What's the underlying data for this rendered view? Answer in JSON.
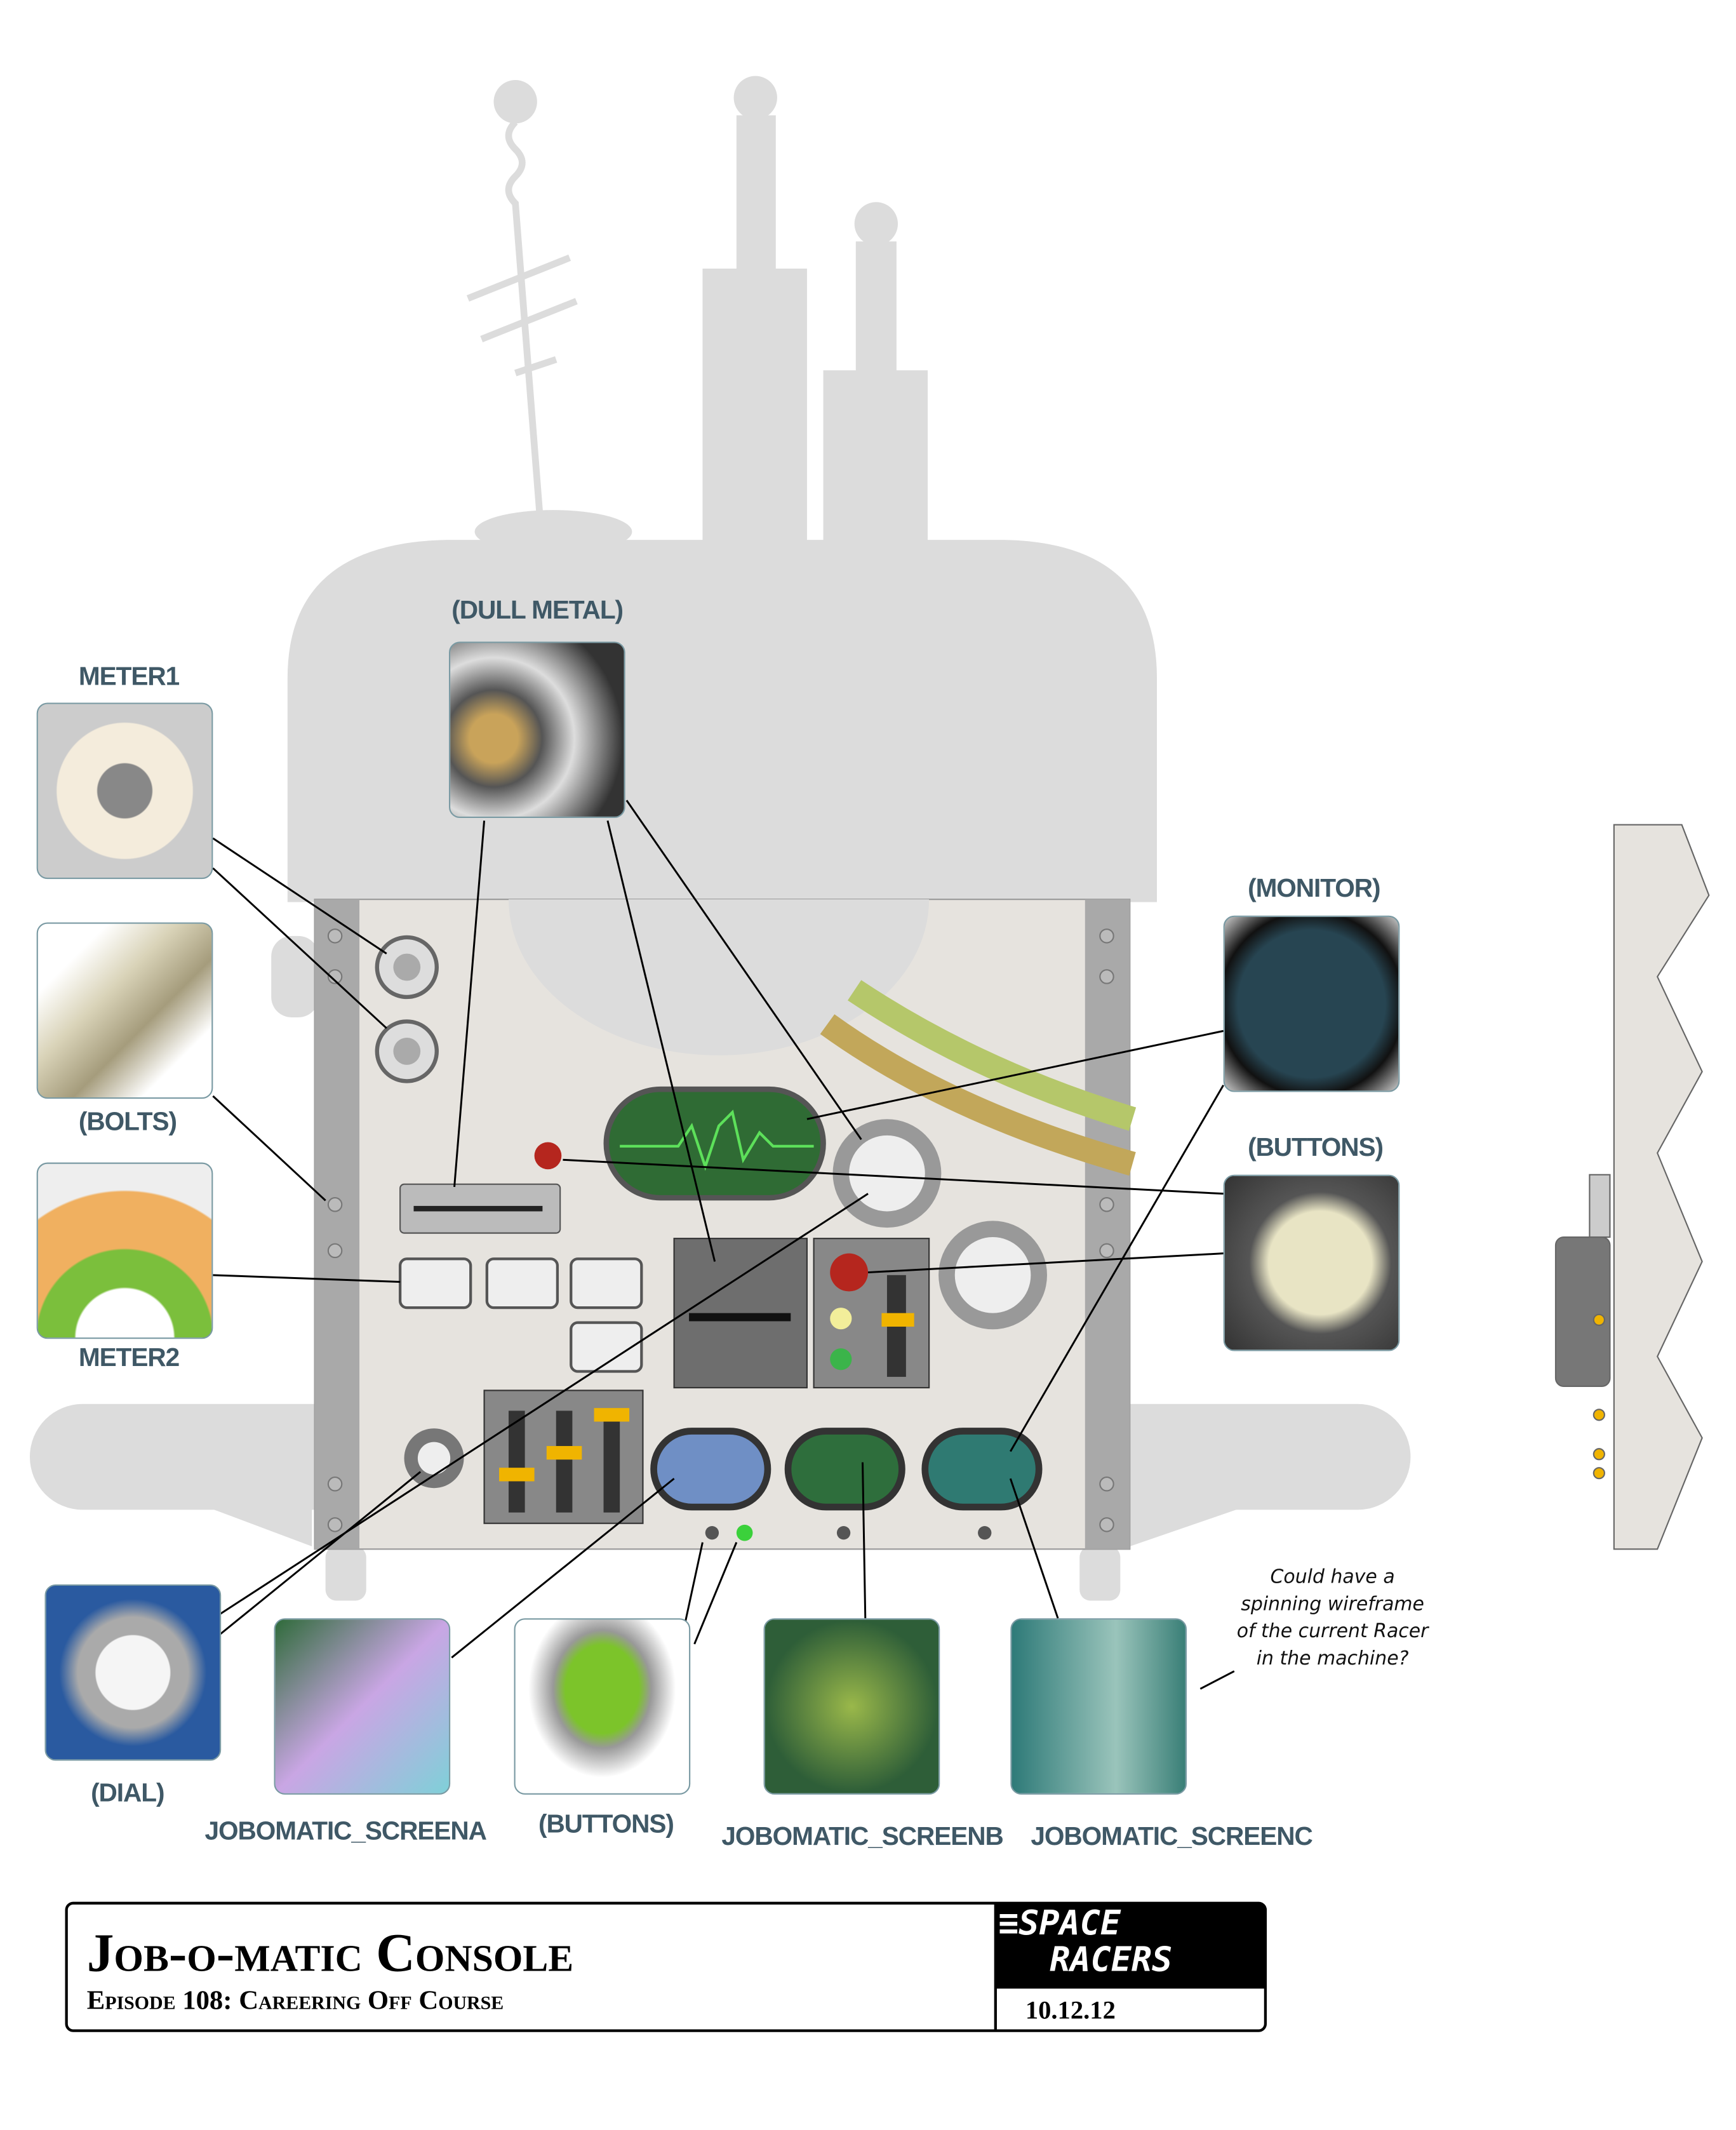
{
  "labels": {
    "meter1": "METER1",
    "bolts": "(BOLTS)",
    "meter2": "METER2",
    "dial": "(DIAL)",
    "dull_metal": "(DULL METAL)",
    "monitor": "(MONITOR)",
    "buttons_right": "(BUTTONS)",
    "buttons_bottom": "(BUTTONS)",
    "screen_a": "JOBOMATIC_SCREENA",
    "screen_b": "JOBOMATIC_SCREENB",
    "screen_c": "JOBOMATIC_SCREENC"
  },
  "note": {
    "line1": "Could have a",
    "line2": "spinning wireframe",
    "line3": "of the current Racer",
    "line4": "in the machine?"
  },
  "title_block": {
    "title": "Job-o-matic Console",
    "subtitle": "Episode 108: Careering Off Course",
    "logo_line1": "≡SPACE",
    "logo_line2": "RACERS",
    "date": "10.12.12"
  },
  "colors": {
    "label": "#3f5866",
    "silhouette": "#dcdcdc",
    "panel": "#e6e3de",
    "screen_green": "#3fa03a"
  }
}
